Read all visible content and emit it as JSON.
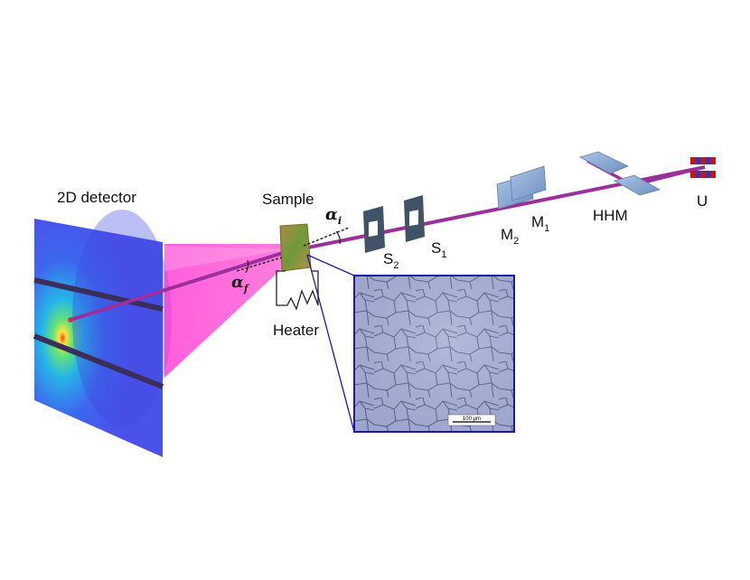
{
  "labels": {
    "detector": "2D detector",
    "sample": "Sample",
    "heater": "Heater",
    "hhm": "HHM",
    "undulator": "U",
    "mirror2": {
      "main": "M",
      "sub": "2"
    },
    "mirror1": {
      "main": "M",
      "sub": "1"
    },
    "slit2": {
      "main": "S",
      "sub": "2"
    },
    "slit1": {
      "main": "S",
      "sub": "1"
    },
    "alpha_i": {
      "main": "α",
      "sub": "i"
    },
    "alpha_f": {
      "main": "α",
      "sub": "f"
    }
  },
  "micrograph": {
    "scale_bar": "100 µm"
  },
  "colors": {
    "beam": "#9b2f9b",
    "scatter_cone": "#ff2fd0",
    "detector": "#4a5cf0",
    "optics": "#8fb0d8",
    "slit": "#3f5266",
    "inset_border": "#1a1aa8",
    "undulator_red": "#c01818",
    "undulator_blue": "#2a3ab8"
  }
}
